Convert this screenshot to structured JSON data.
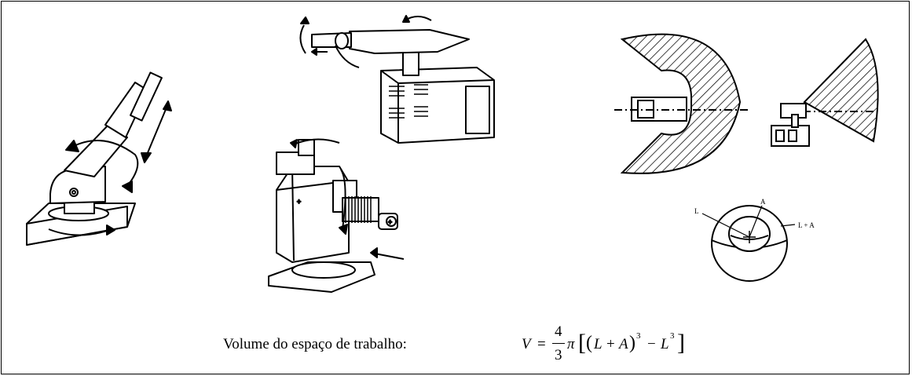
{
  "caption": {
    "prefix": "Volume do espaço de trabalho:",
    "var_V": "V",
    "equals": "=",
    "num": "4",
    "den": "3",
    "pi": "π",
    "lbracket": "[",
    "lparen": "(",
    "L": "L",
    "plus": "+",
    "A": "A",
    "rparen": ")",
    "exp3": "3",
    "minus": "−",
    "L2": "L",
    "exp3b": "3",
    "rbracket": "]"
  },
  "sphere_labels": {
    "A": "A",
    "L": "L",
    "LA": "L + A"
  },
  "colors": {
    "ink": "#000000",
    "paper": "#ffffff"
  }
}
